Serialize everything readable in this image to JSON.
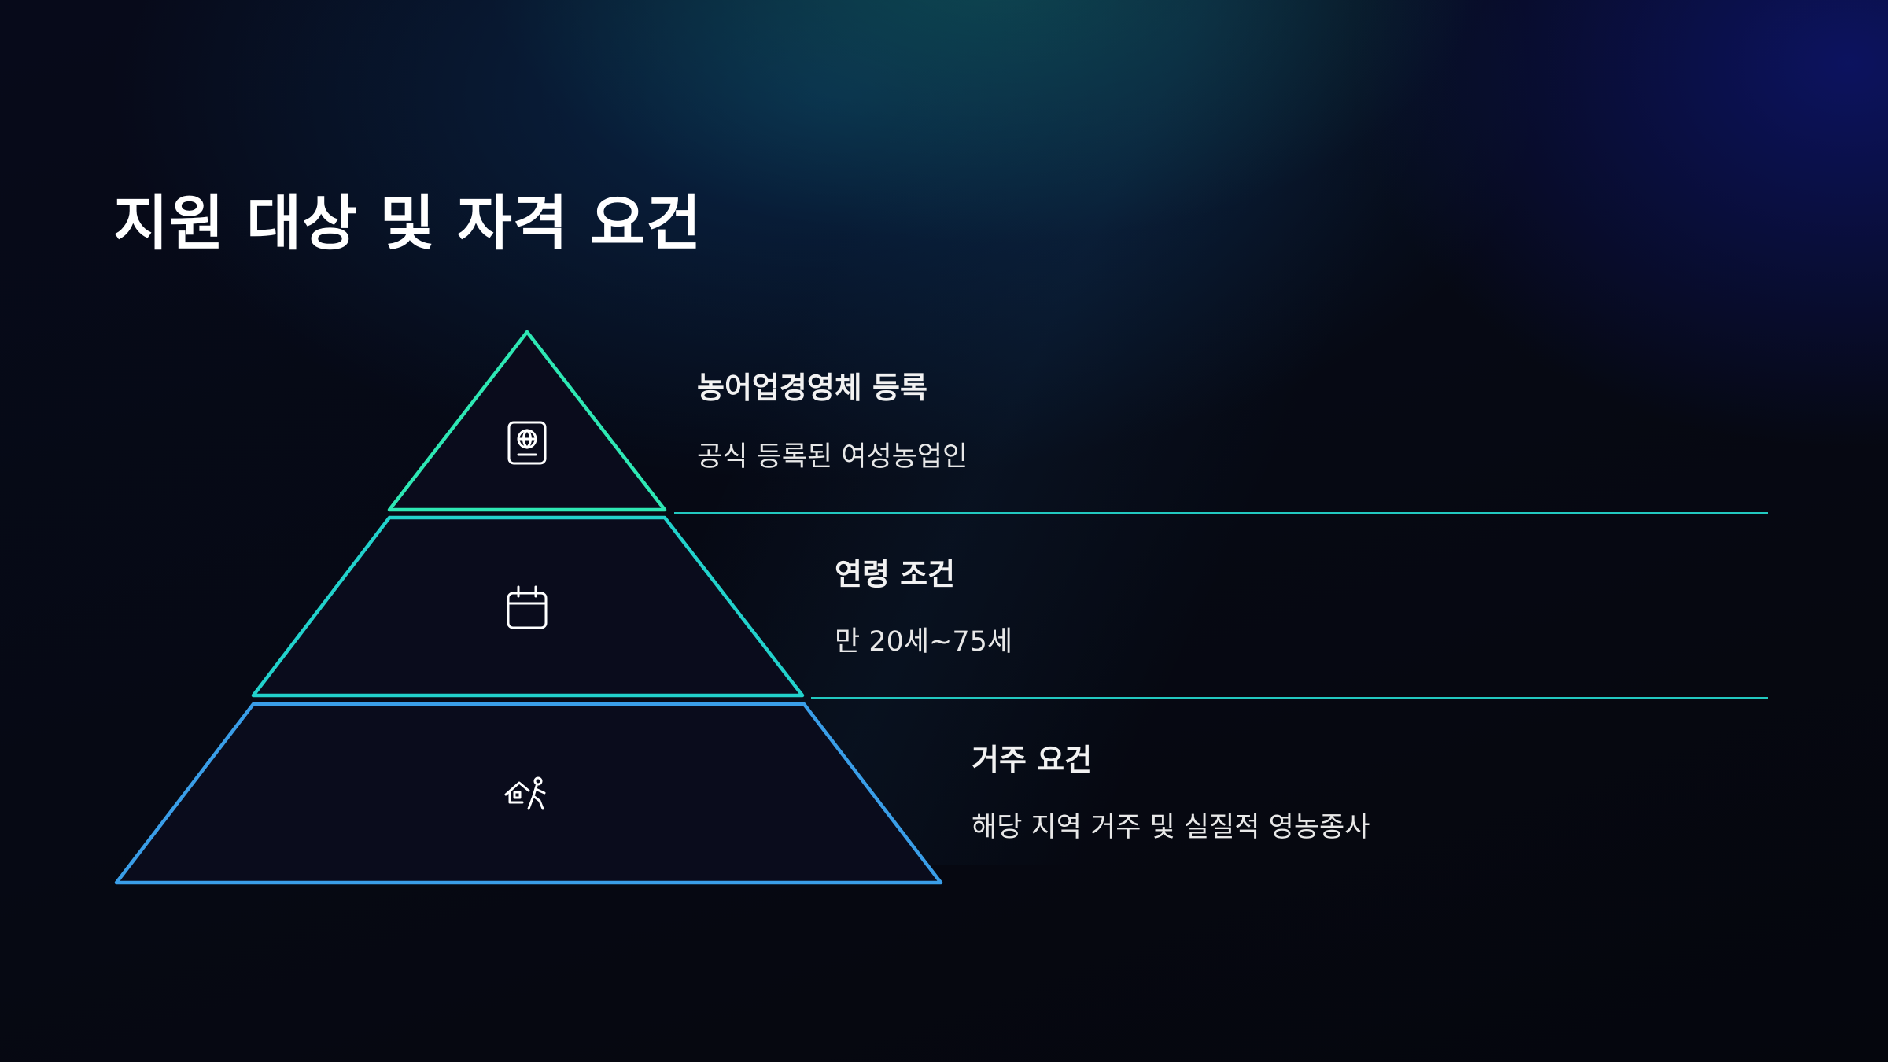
{
  "title": "지원 대상 및 자격 요건",
  "tiers": [
    {
      "label": "농어업경영체 등록",
      "description": "공식 등록된 여성농업인",
      "icon": "passport-globe-icon",
      "stroke": "#2ee8b4"
    },
    {
      "label": "연령 조건",
      "description": "만 20세~75세",
      "icon": "calendar-icon",
      "stroke": "#22d2cc"
    },
    {
      "label": "거주 요건",
      "description": "해당 지역 거주 및 실질적 영농종사",
      "icon": "house-person-icon",
      "stroke": "#3a9ee8"
    }
  ],
  "colors": {
    "divider": "#22c8c0",
    "tier_fill": "#0a0c1c"
  }
}
